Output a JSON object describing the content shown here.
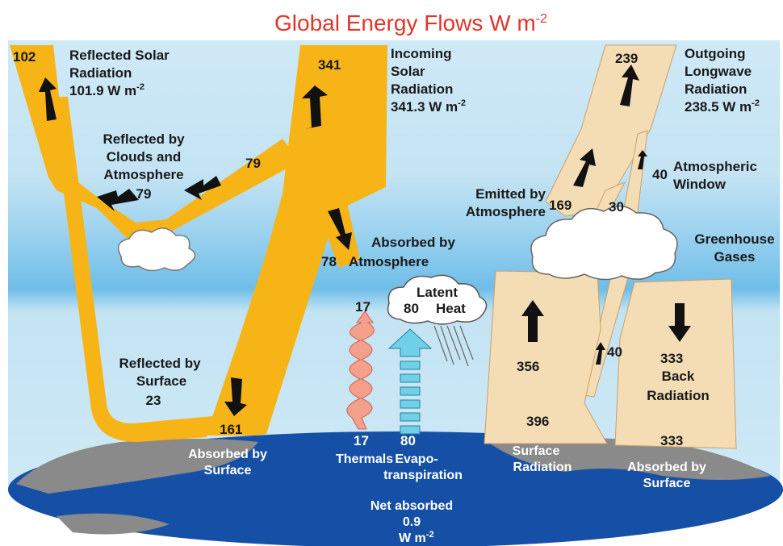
{
  "title": {
    "text": "Global Energy Flows  W m",
    "sup": "-2"
  },
  "colors": {
    "title": "#e0362a",
    "solar": "#f6b417",
    "longwave": "#f4dcb4",
    "sky": "#c3e3f3",
    "band": "#7cc3ea",
    "ocean": "#1650a6",
    "land": "#808080",
    "thermal": "#f5a08a",
    "evap": "#6fd0e8"
  },
  "solar": {
    "incoming_num": "341",
    "incoming_label": [
      "Incoming",
      "Solar",
      "Radiation"
    ],
    "incoming_value": {
      "text": "341.3 W m",
      "sup": "-2"
    },
    "reflected_num": "102",
    "reflected_label": [
      "Reflected Solar",
      "Radiation"
    ],
    "reflected_value": {
      "text": "101.9 W m",
      "sup": "-2"
    },
    "clouds_num": "79",
    "clouds_label": [
      "Reflected by",
      "Clouds and",
      "Atmosphere",
      "79"
    ],
    "absorbed_atm_num": "78",
    "absorbed_atm_label": [
      "Absorbed by",
      "Atmosphere"
    ],
    "surface_reflect_label": [
      "Reflected by",
      "Surface",
      "23"
    ],
    "absorbed_surface_num": "161",
    "absorbed_surface_label": [
      "Absorbed by",
      "Surface"
    ]
  },
  "longwave": {
    "outgoing_num": "239",
    "outgoing_label": [
      "Outgoing",
      "Longwave",
      "Radiation"
    ],
    "outgoing_value": {
      "text": "238.5 W m",
      "sup": "-2"
    },
    "window_num": "40",
    "window_label": [
      "Atmospheric",
      "Window"
    ],
    "emitted_label": [
      "Emitted by",
      "Atmosphere"
    ],
    "emitted_num": "169",
    "num_30": "30",
    "greenhouse_label": [
      "Greenhouse",
      "Gases"
    ],
    "surface_num_356": "356",
    "surface_num_396": "396",
    "surface_label": [
      "Surface",
      "Radiation"
    ],
    "num_40_lower": "40",
    "back_num": "333",
    "back_label": [
      "Back",
      "Radiation"
    ],
    "back_bottom_num": "333",
    "absorbed_label": [
      "Absorbed by",
      "Surface"
    ]
  },
  "fluxes": {
    "thermal_top": "17",
    "thermal_bottom": "17",
    "thermal_label": "Thermals",
    "latent_label": [
      "Latent",
      "Heat"
    ],
    "latent_num": "80",
    "evap_num": "80",
    "evap_label": [
      "Evapo-",
      "transpiration"
    ]
  },
  "net": {
    "label": [
      "Net absorbed",
      "0.9"
    ],
    "unit": {
      "text": "W m",
      "sup": "-2"
    }
  }
}
